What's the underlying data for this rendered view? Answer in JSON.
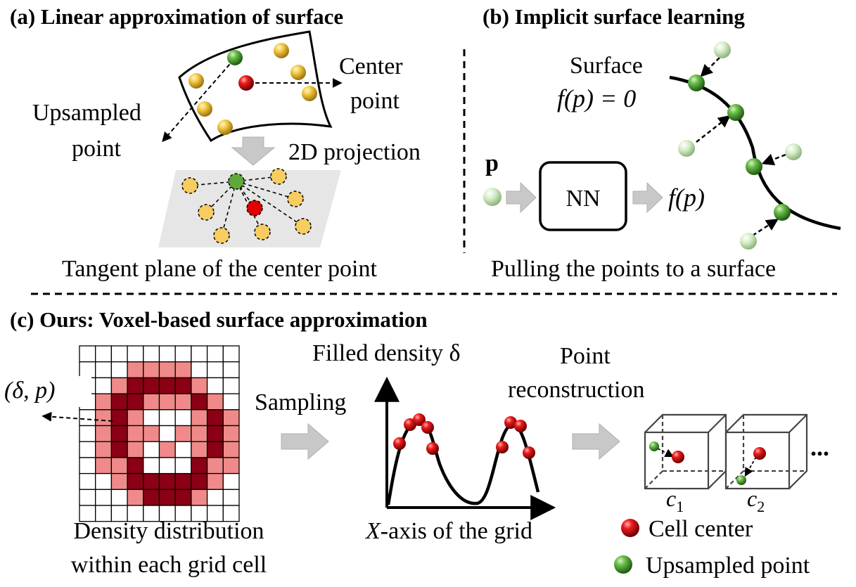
{
  "panel_a": {
    "title": "(a) Linear approximation of surface",
    "center_label_1": "Center",
    "center_label_2": "point",
    "upsampled_label_1": "Upsampled",
    "upsampled_label_2": "point",
    "projection_label": "2D projection",
    "caption": "Tangent plane of the center point"
  },
  "panel_b": {
    "title": "(b) Implicit surface learning",
    "surface_label": "Surface",
    "surface_eq": "f(p) = 0",
    "input_label": "p",
    "nn_label": "NN",
    "output_label": "f(p)",
    "caption": "Pulling the points to a surface"
  },
  "panel_c": {
    "title": "(c) Ours: Voxel-based surface approximation",
    "grid_label": "(δ, p)",
    "grid_caption_1": "Density distribution",
    "grid_caption_2": "within each grid cell",
    "sampling_label": "Sampling",
    "y_axis_label": "Filled density δ",
    "x_axis_label": "X-axis of the grid",
    "reconstruction_label_1": "Point",
    "reconstruction_label_2": "reconstruction",
    "cell_1": "c1",
    "cell_2": "c2",
    "ellipsis": "...",
    "legend": {
      "cell_center": "Cell center",
      "upsampled_point": "Upsampled point"
    }
  },
  "colors": {
    "green": "#3c8f2a",
    "red": "#d40000",
    "yellow": "#f2c94c",
    "dark_red": "#8b0015",
    "light_red": "#f08a8a",
    "arrow_grey": "#c8c8c8"
  },
  "grid": {
    "rows": [
      "0000000000",
      "0001111000",
      "0012222100",
      "0122111210",
      "0121000121",
      "0121101121",
      "0121010121",
      "0112000211",
      "0012222210",
      "0001222100",
      "0000000000"
    ]
  }
}
